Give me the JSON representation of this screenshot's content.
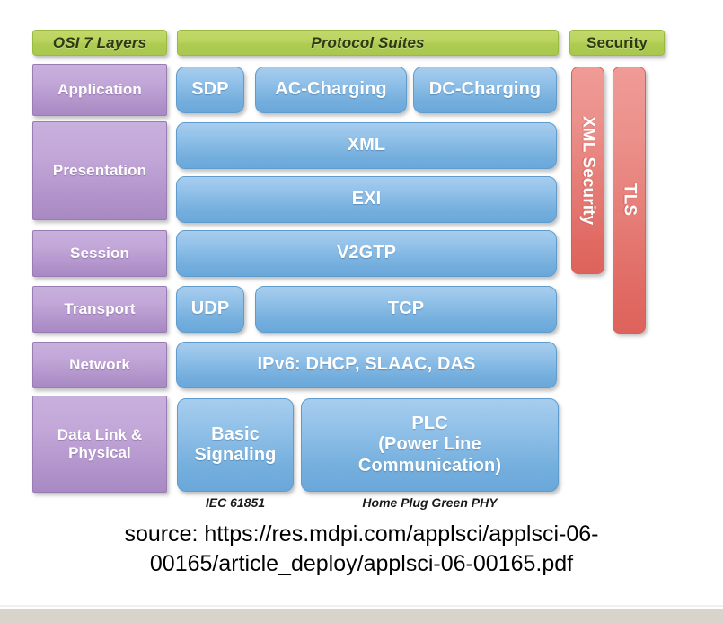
{
  "diagram": {
    "headers": [
      {
        "label": "OSI 7 Layers",
        "italic": true
      },
      {
        "label": "Protocol Suites",
        "italic": true
      },
      {
        "label": "Security",
        "italic": false
      }
    ],
    "osi_layers": [
      {
        "label": "Application"
      },
      {
        "label": "Presentation"
      },
      {
        "label": "Session"
      },
      {
        "label": "Transport"
      },
      {
        "label": "Network"
      },
      {
        "label": "Data Link &\nPhysical"
      }
    ],
    "protocols": [
      {
        "label": "SDP"
      },
      {
        "label": "AC-Charging"
      },
      {
        "label": "DC-Charging"
      },
      {
        "label": "XML"
      },
      {
        "label": "EXI"
      },
      {
        "label": "V2GTP"
      },
      {
        "label": "UDP"
      },
      {
        "label": "TCP"
      },
      {
        "label": "IPv6: DHCP, SLAAC, DAS"
      },
      {
        "label": "Basic\nSignaling"
      },
      {
        "label": "PLC\n(Power Line\nCommunication)"
      }
    ],
    "security_bars": [
      {
        "label": "XML Security"
      },
      {
        "label": "TLS"
      }
    ],
    "captions": [
      {
        "label": "IEC 61851"
      },
      {
        "label": "Home Plug Green PHY"
      }
    ],
    "colors": {
      "header_green": "#b4d05a",
      "osi_purple": "#b89ed0",
      "protocol_blue": "#85b9e4",
      "security_red": "#e88a84",
      "text_white": "#ffffff",
      "header_text": "#2f3a12",
      "bottom_bar": "#d8d4cb"
    }
  },
  "source": {
    "text": "source: https://res.mdpi.com/applsci/applsci-06-\n00165/article_deploy/applsci-06-00165.pdf"
  }
}
